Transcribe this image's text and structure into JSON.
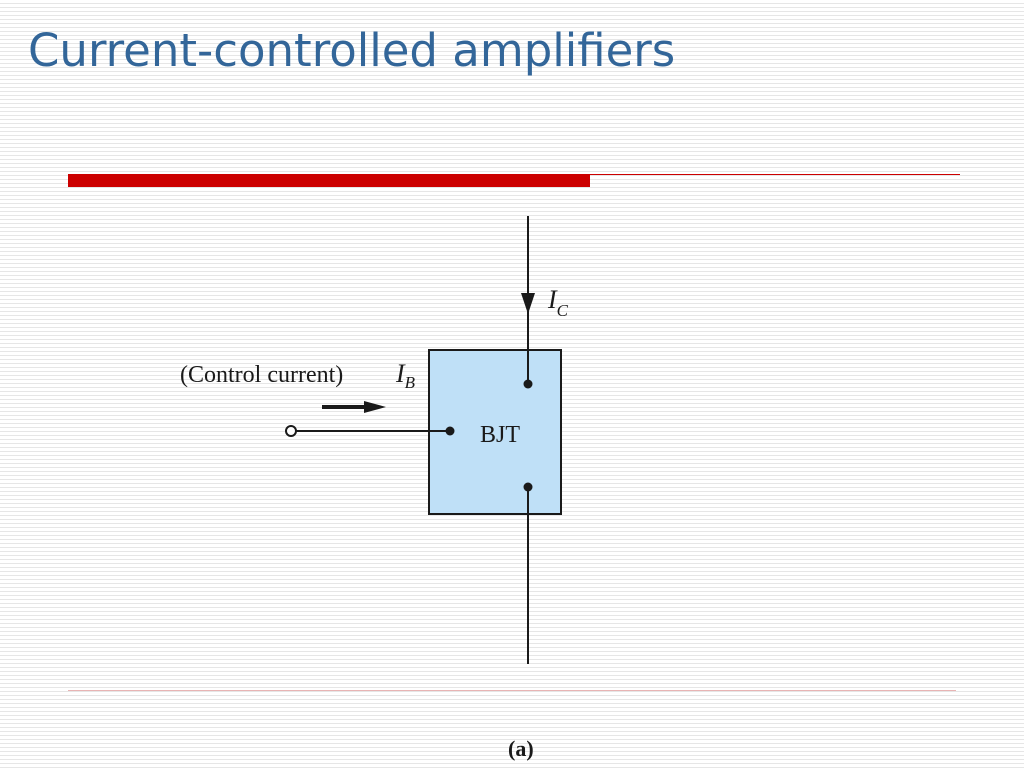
{
  "slide": {
    "title": "Current-controlled amplifiers"
  },
  "decoration": {
    "accent_color": "#cc0000",
    "footer_line_color": "#e8b4b4",
    "title_color": "#336699"
  },
  "diagram": {
    "block_label": "BJT",
    "block_fill": "#bfe0f7",
    "input_label": "(Control current)",
    "input_current_symbol": "I",
    "input_current_subscript": "B",
    "output_current_symbol": "I",
    "output_current_subscript": "C",
    "caption": "(a)"
  }
}
